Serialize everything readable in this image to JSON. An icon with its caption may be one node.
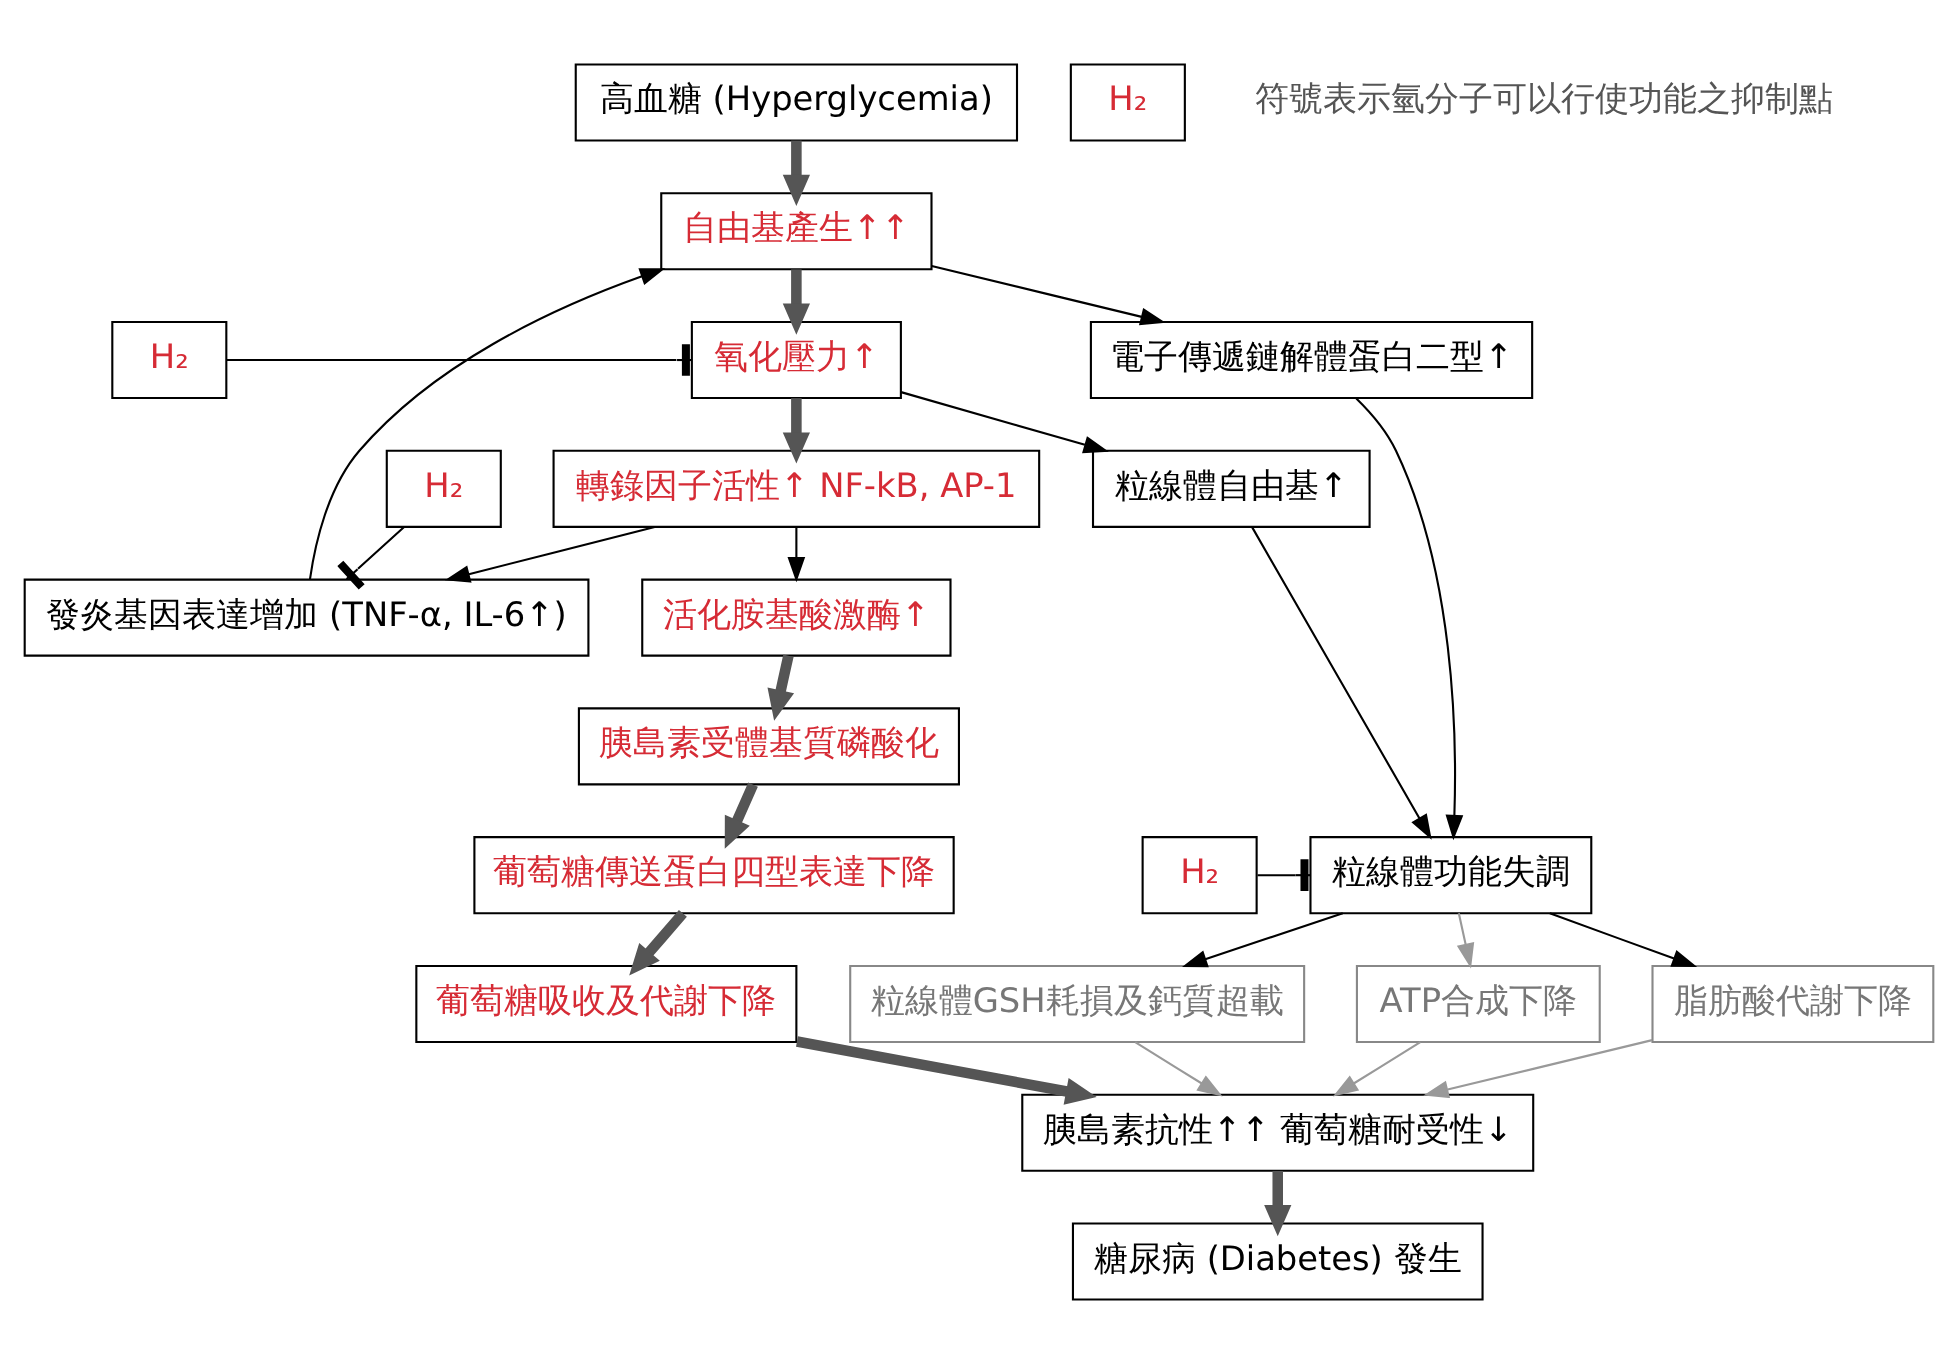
{
  "diagram": {
    "nodes": [
      {
        "text": [
          "高血糖 (Hyperglycemia)"
        ]
      },
      {
        "text": [
          "自由基產生↑↑"
        ]
      },
      {
        "text": [
          "氧化壓力↑"
        ]
      },
      {
        "text": [
          "H₂"
        ]
      },
      {
        "text": [
          "轉錄因子活性↑ NF-kB, AP-1"
        ]
      },
      {
        "text": [
          "活化胺基酸激酶↑"
        ]
      },
      {
        "text": [
          "發炎基因表達增加 (TNF-α, IL-6↑)"
        ]
      },
      {
        "text": [
          "H₂"
        ]
      },
      {
        "text": [
          "胰島素受體基質磷酸化"
        ]
      },
      {
        "text": [
          "葡萄糖傳送蛋白四型表達下降"
        ]
      },
      {
        "text": [
          "葡萄糖吸收及代謝下降"
        ]
      },
      {
        "text": [
          "電子傳遞鏈解體蛋白二型↑"
        ]
      },
      {
        "text": [
          "粒線體自由基↑"
        ]
      },
      {
        "text": [
          "H₂"
        ]
      },
      {
        "text": [
          "粒線體功能失調"
        ]
      },
      {
        "text": [
          "脂肪酸代謝下降"
        ]
      },
      {
        "text": [
          "粒線體GSH耗損及鈣質超載"
        ]
      },
      {
        "text": [
          "ATP合成下降"
        ]
      },
      {
        "text": [
          "胰島素抗性↑↑ 葡萄糖耐受性↓"
        ]
      },
      {
        "text": [
          "糖尿病 (Diabetes) 發生"
        ]
      },
      {
        "text": [
          "H₂"
        ],
        "beside": [
          "符號表示氫分子可以行使功能之抑制點"
        ]
      }
    ],
    "edges": [
      {
        "from": 0,
        "to": 1,
        "arrow": "to",
        "style": "thick",
        "color": "#555555"
      },
      {
        "from": 1,
        "to": 2,
        "arrow": "to",
        "style": "thick",
        "color": "#555555"
      },
      {
        "from": 3,
        "to": 2,
        "arrow": "other"
      },
      {
        "from": 2,
        "to": 4,
        "arrow": "to",
        "style": "thick",
        "color": "#555555"
      },
      {
        "from": 4,
        "to": 5,
        "arrow": "to"
      },
      {
        "from": 4,
        "to": 6,
        "arrow": "to"
      },
      {
        "from": 6,
        "to": 1,
        "arrow": "to"
      },
      {
        "from": 7,
        "to": 6,
        "arrow": "other"
      },
      {
        "from": 5,
        "to": 8,
        "arrow": "to",
        "style": "thick",
        "color": "#555555"
      },
      {
        "from": 8,
        "to": 9,
        "arrow": "to",
        "style": "thick",
        "color": "#555555"
      },
      {
        "from": 9,
        "to": 10,
        "arrow": "to",
        "style": "thick",
        "color": "#555555"
      },
      {
        "from": 10,
        "to": 18,
        "arrow": "to",
        "style": "thick",
        "color": "#555555"
      },
      {
        "from": 1,
        "to": 11,
        "arrow": "to"
      },
      {
        "from": 2,
        "to": 12,
        "arrow": "to"
      },
      {
        "from": 12,
        "to": 14,
        "arrow": "to"
      },
      {
        "from": 11,
        "to": 14,
        "arrow": "to"
      },
      {
        "from": 13,
        "to": 14,
        "arrow": "other"
      },
      {
        "from": 14,
        "to": 15,
        "arrow": "to"
      },
      {
        "from": 14,
        "to": 16,
        "arrow": "to"
      },
      {
        "from": 14,
        "to": 17,
        "arrow": "to",
        "color": "#999999"
      },
      {
        "from": 15,
        "to": 18,
        "arrow": "to",
        "color": "#999999"
      },
      {
        "from": 17,
        "to": 18,
        "arrow": "to",
        "color": "#999999"
      },
      {
        "from": 16,
        "to": 18,
        "arrow": "to",
        "color": "#999999"
      },
      {
        "from": 18,
        "to": 19,
        "arrow": "to",
        "style": "thick",
        "color": "#555555"
      }
    ]
  }
}
